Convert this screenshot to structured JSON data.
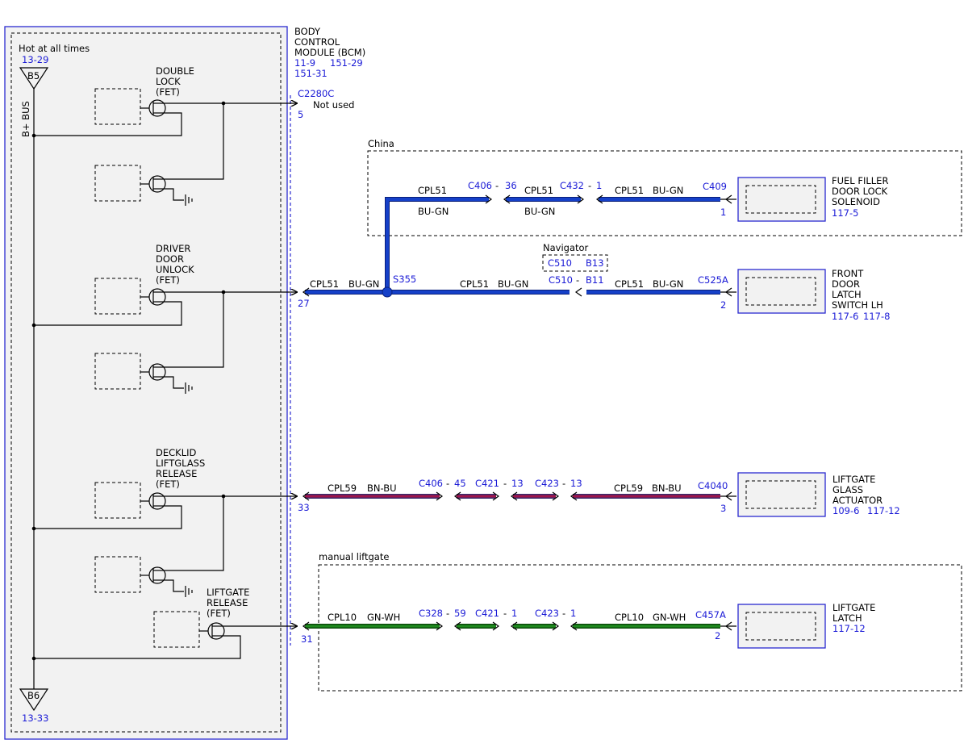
{
  "colors": {
    "ref_text": "#1a1ad6",
    "module_outline": "#2a2ad0",
    "module_fill": "#f2f2f2",
    "wire_blue": "#1540c8",
    "wire_blue_edge": "#0a1f7a",
    "wire_brown": "#a0144a",
    "wire_brown_edge": "#3a2a6a",
    "wire_green": "#1e8a1e",
    "wire_green_edge": "#0a4a0a"
  },
  "bcm": {
    "name_lines": [
      "BODY",
      "CONTROL",
      "MODULE (BCM)"
    ],
    "refs_line1": [
      "11-9",
      "151-29"
    ],
    "refs_line2": "151-31",
    "hot_label": "Hot at all times",
    "hot_ref": "13-29",
    "top_bus_pin": "B5",
    "bus_label": "B+ BUS",
    "bottom_bus_pin": "B6",
    "bottom_ref": "13-33",
    "fets": [
      {
        "lines": [
          "DOUBLE",
          "LOCK",
          "(FET)"
        ]
      },
      {
        "lines": [
          "DRIVER",
          "DOOR",
          "UNLOCK",
          "(FET)"
        ]
      },
      {
        "lines": [
          "DECKLID",
          "LIFTGLASS",
          "RELEASE",
          "(FET)"
        ]
      },
      {
        "lines": [
          "LIFTGATE",
          "RELEASE",
          "(FET)"
        ]
      }
    ]
  },
  "pins": {
    "not_used_connector": "C2280C",
    "not_used_pin": "5",
    "not_used_label": "Not used",
    "driver_unlock_pin": "27",
    "decklid_pin": "33",
    "liftgate_pin": "31"
  },
  "regions": {
    "china": "China",
    "navigator": "Navigator",
    "manual_liftgate": "manual liftgate"
  },
  "circuits": {
    "fuel": {
      "wire_pre_circuit": "CPL51",
      "wire_pre_color": "BU-GN",
      "conn1_name": "C406",
      "conn1_sep": "-",
      "conn1_pin": "36",
      "wire_mid1_circuit": "CPL51",
      "wire_mid1_color": "BU-GN",
      "conn2_name": "C432",
      "conn2_sep": "-",
      "conn2_pin": "1",
      "wire_end_circuit": "CPL51",
      "wire_end_color": "BU-GN",
      "comp_connector": "C409",
      "comp_pin": "1"
    },
    "front_door": {
      "wire_a_circuit": "CPL51",
      "wire_a_color": "BU-GN",
      "splice": "S355",
      "wire_b_circuit": "CPL51",
      "wire_b_color": "BU-GN",
      "nav_conn": "C510",
      "nav_pin": "B13",
      "conn_name": "C510",
      "conn_sep": "-",
      "conn_pin": "B11",
      "wire_c_circuit": "CPL51",
      "wire_c_color": "BU-GN",
      "comp_connector": "C525A",
      "comp_pin": "2"
    },
    "liftglass": {
      "wire_a_circuit": "CPL59",
      "wire_a_color": "BN-BU",
      "conn1_name": "C406",
      "conn1_sep": "-",
      "conn1_pin": "45",
      "conn2_name": "C421",
      "conn2_sep": "-",
      "conn2_pin": "13",
      "conn3_name": "C423",
      "conn3_sep": "-",
      "conn3_pin": "13",
      "wire_b_circuit": "CPL59",
      "wire_b_color": "BN-BU",
      "comp_connector": "C4040",
      "comp_pin": "3"
    },
    "liftgate": {
      "wire_a_circuit": "CPL10",
      "wire_a_color": "GN-WH",
      "conn1_name": "C328",
      "conn1_sep": "-",
      "conn1_pin": "59",
      "conn2_name": "C421",
      "conn2_sep": "-",
      "conn2_pin": "1",
      "conn3_name": "C423",
      "conn3_sep": "-",
      "conn3_pin": "1",
      "wire_b_circuit": "CPL10",
      "wire_b_color": "GN-WH",
      "comp_connector": "C457A",
      "comp_pin": "2"
    }
  },
  "components": {
    "fuel": {
      "lines": [
        "FUEL FILLER",
        "DOOR LOCK",
        "SOLENOID"
      ],
      "refs": [
        "117-5"
      ]
    },
    "front_door": {
      "lines": [
        "FRONT",
        "DOOR",
        "LATCH",
        "SWITCH LH"
      ],
      "refs": [
        "117-6",
        "117-8"
      ]
    },
    "liftglass": {
      "lines": [
        "LIFTGATE",
        "GLASS",
        "ACTUATOR"
      ],
      "refs": [
        "109-6",
        "117-12"
      ]
    },
    "liftgate": {
      "lines": [
        "LIFTGATE",
        "LATCH"
      ],
      "refs": [
        "117-12"
      ]
    }
  }
}
